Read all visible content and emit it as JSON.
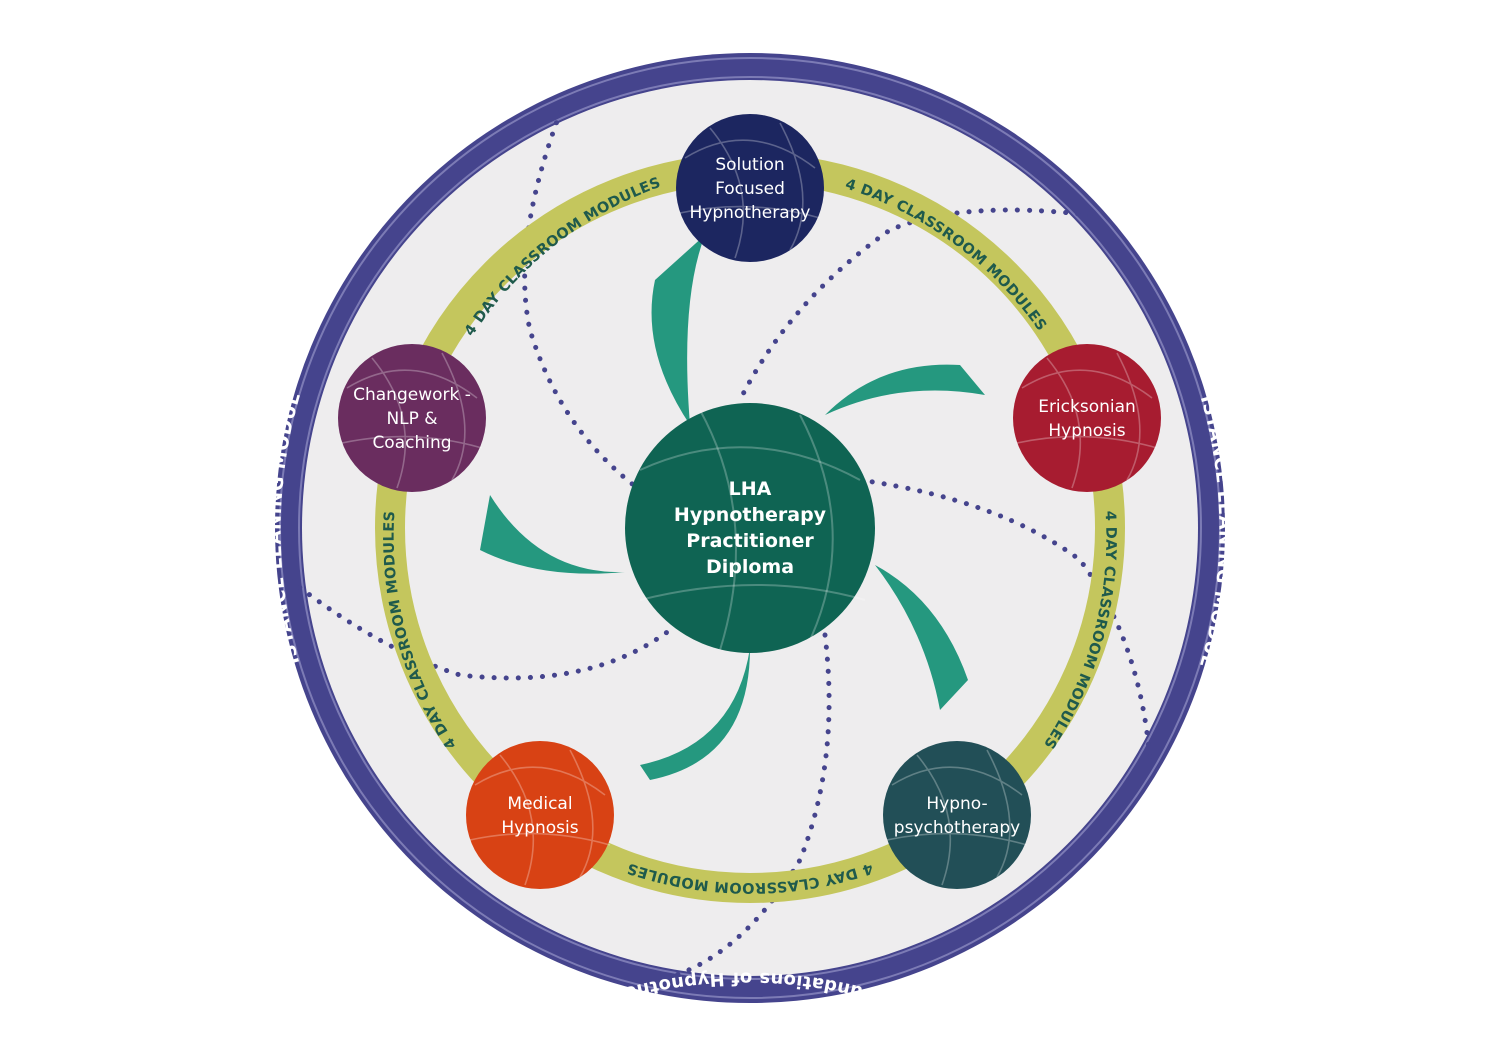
{
  "outer_ring": {
    "top_label": "The foundations of Hypnotherapy",
    "bottom_label": "The foundations of Hypnotherapy",
    "left_label": "DISTANCE LEANING MODULE",
    "right_label": "DISTANCE LEANING MODULE"
  },
  "module_label": "4 DAY CLASSROOM MODULES",
  "center": {
    "lines": [
      "LHA",
      "Hypnotherapy",
      "Practitioner",
      "Diploma"
    ]
  },
  "nodes": [
    {
      "id": "solution",
      "lines": [
        "Solution",
        "Focused",
        "Hypnotherapy"
      ],
      "color": "#1c2660"
    },
    {
      "id": "ericksonian",
      "lines": [
        "Ericksonian",
        "Hypnosis"
      ],
      "color": "#a71c30"
    },
    {
      "id": "hypnopsycho",
      "lines": [
        "Hypno-",
        "psychotherapy"
      ],
      "color": "#224f57"
    },
    {
      "id": "medical",
      "lines": [
        "Medical",
        "Hypnosis"
      ],
      "color": "#d84214"
    },
    {
      "id": "changework",
      "lines": [
        "Changework -",
        "NLP &",
        "Coaching"
      ],
      "color": "#6a2d5f"
    }
  ],
  "colors": {
    "outer_ring": "#45448d",
    "inner_background": "#eeedee",
    "module_ring": "#c4c65d",
    "spiral": "#25987f",
    "center": "#0f6453",
    "dots": "#45448d"
  }
}
